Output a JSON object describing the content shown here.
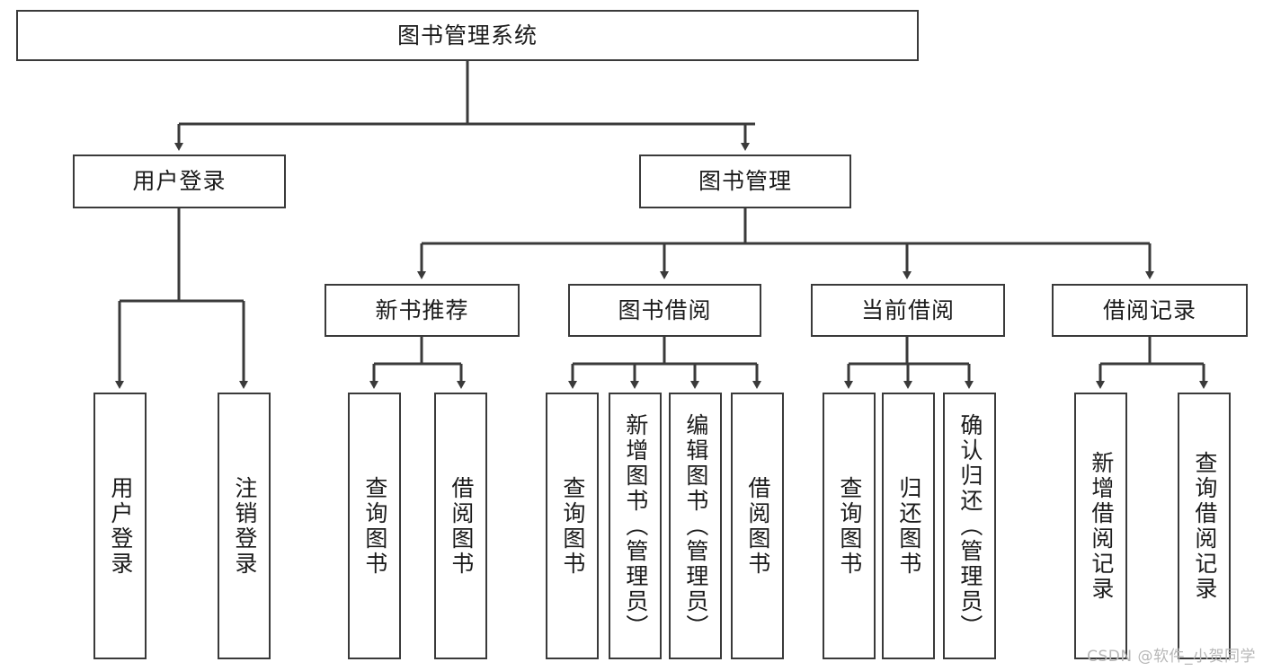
{
  "diagram": {
    "type": "tree-hierarchy",
    "title": "图书管理系统",
    "orientation": "top-down",
    "colors": {
      "stroke": "#3a3a3a",
      "fill": "#ffffff",
      "text": "#1b1b1b",
      "watermark": "#b7b7b7"
    },
    "levels": [
      {
        "level": 1,
        "nodes": [
          {
            "id": "root",
            "label": "图书管理系统",
            "text_orientation": "horizontal"
          }
        ]
      },
      {
        "level": 2,
        "nodes": [
          {
            "id": "login",
            "label": "用户登录",
            "parent": "root",
            "text_orientation": "horizontal"
          },
          {
            "id": "bookmgmt",
            "label": "图书管理",
            "parent": "root",
            "text_orientation": "horizontal"
          }
        ]
      },
      {
        "level": 3,
        "nodes": [
          {
            "id": "newbook",
            "label": "新书推荐",
            "parent": "bookmgmt",
            "text_orientation": "horizontal"
          },
          {
            "id": "borrow",
            "label": "图书借阅",
            "parent": "bookmgmt",
            "text_orientation": "horizontal"
          },
          {
            "id": "current",
            "label": "当前借阅",
            "parent": "bookmgmt",
            "text_orientation": "horizontal"
          },
          {
            "id": "records",
            "label": "借阅记录",
            "parent": "bookmgmt",
            "text_orientation": "horizontal"
          }
        ]
      },
      {
        "level": 4,
        "nodes": [
          {
            "id": "leaf1",
            "label": "用户登录",
            "parent": "login",
            "text_orientation": "vertical"
          },
          {
            "id": "leaf2",
            "label": "注销登录",
            "parent": "login",
            "text_orientation": "vertical"
          },
          {
            "id": "leaf3",
            "label": "查询图书",
            "parent": "newbook",
            "text_orientation": "vertical"
          },
          {
            "id": "leaf4",
            "label": "借阅图书",
            "parent": "newbook",
            "text_orientation": "vertical"
          },
          {
            "id": "leaf5",
            "label": "查询图书",
            "parent": "borrow",
            "text_orientation": "vertical"
          },
          {
            "id": "leaf6",
            "label": "新增图书（管理员）",
            "parent": "borrow",
            "text_orientation": "vertical"
          },
          {
            "id": "leaf7",
            "label": "编辑图书（管理员）",
            "parent": "borrow",
            "text_orientation": "vertical"
          },
          {
            "id": "leaf8",
            "label": "借阅图书",
            "parent": "borrow",
            "text_orientation": "vertical"
          },
          {
            "id": "leaf9",
            "label": "查询图书",
            "parent": "current",
            "text_orientation": "vertical"
          },
          {
            "id": "leaf10",
            "label": "归还图书",
            "parent": "current",
            "text_orientation": "vertical"
          },
          {
            "id": "leaf11",
            "label": "确认归还（管理员）",
            "parent": "current",
            "text_orientation": "vertical"
          },
          {
            "id": "leaf12",
            "label": "新增借阅记录",
            "parent": "records",
            "text_orientation": "vertical"
          },
          {
            "id": "leaf13",
            "label": "查询借阅记录",
            "parent": "records",
            "text_orientation": "vertical"
          }
        ]
      }
    ]
  },
  "watermark": {
    "text": "CSDN @软件_小贺同学"
  }
}
